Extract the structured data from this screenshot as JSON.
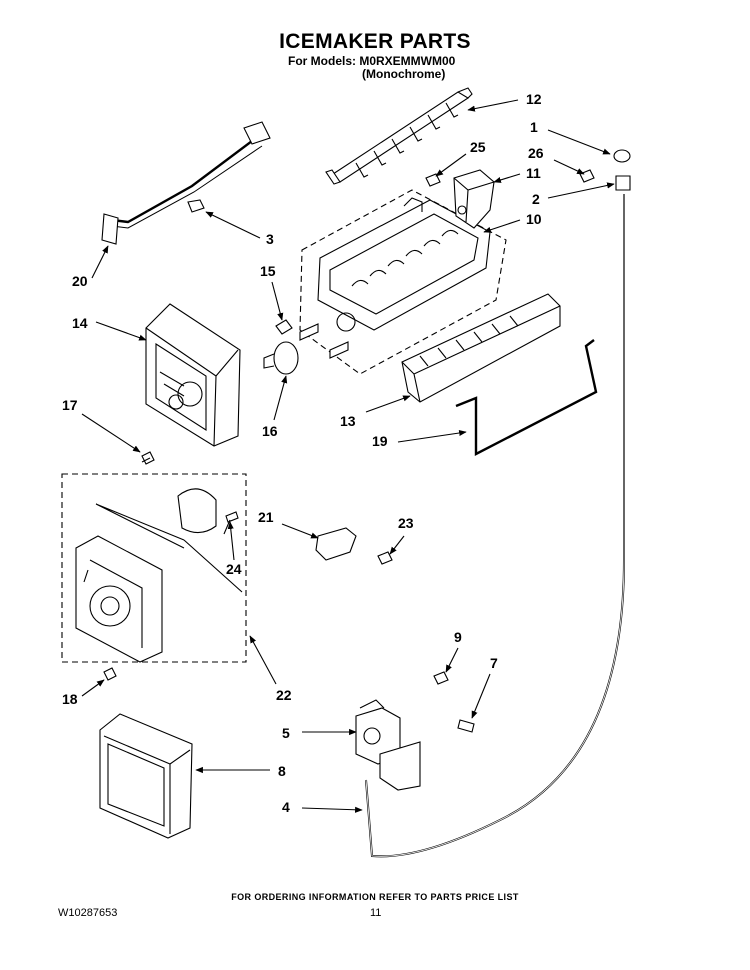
{
  "header": {
    "title": "ICEMAKER PARTS",
    "models_label": "For Models: M0RXEMMWM00",
    "variant": "(Monochrome)"
  },
  "callouts": {
    "c1": "1",
    "c2": "2",
    "c3": "3",
    "c4": "4",
    "c5": "5",
    "c7": "7",
    "c8": "8",
    "c9": "9",
    "c10": "10",
    "c11": "11",
    "c12": "12",
    "c13": "13",
    "c14": "14",
    "c15": "15",
    "c16": "16",
    "c17": "17",
    "c18": "18",
    "c19": "19",
    "c20": "20",
    "c21": "21",
    "c22": "22",
    "c23": "23",
    "c24": "24",
    "c25": "25",
    "c26": "26"
  },
  "footer": {
    "ordering_note": "FOR ORDERING INFORMATION REFER TO PARTS PRICE LIST",
    "doc_number": "W10287653",
    "page_number": "11"
  }
}
